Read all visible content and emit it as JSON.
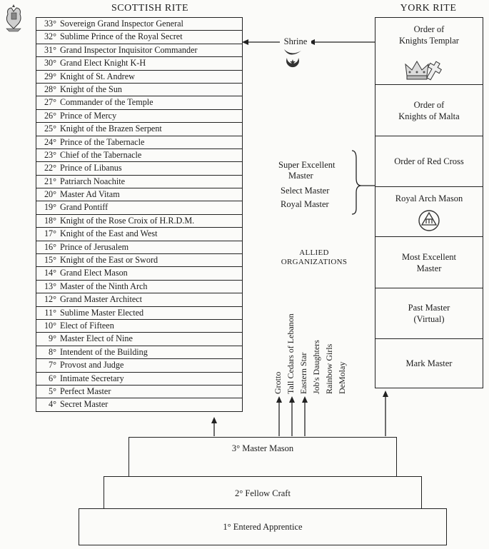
{
  "headers": {
    "scottish": "SCOTTISH RITE",
    "york": "YORK RITE"
  },
  "scottish_degrees": [
    {
      "degree": "33°",
      "name": "Sovereign Grand Inspector General"
    },
    {
      "degree": "32°",
      "name": "Sublime Prince of the Royal Secret"
    },
    {
      "degree": "31°",
      "name": "Grand Inspector Inquisitor Commander"
    },
    {
      "degree": "30°",
      "name": "Grand Elect Knight K-H"
    },
    {
      "degree": "29°",
      "name": "Knight of St. Andrew"
    },
    {
      "degree": "28°",
      "name": "Knight of the Sun"
    },
    {
      "degree": "27°",
      "name": "Commander of the Temple"
    },
    {
      "degree": "26°",
      "name": "Prince of Mercy"
    },
    {
      "degree": "25°",
      "name": "Knight of the Brazen Serpent"
    },
    {
      "degree": "24°",
      "name": "Prince of the Tabernacle"
    },
    {
      "degree": "23°",
      "name": "Chief of the Tabernacle"
    },
    {
      "degree": "22°",
      "name": "Prince of Libanus"
    },
    {
      "degree": "21°",
      "name": "Patriarch Noachite"
    },
    {
      "degree": "20°",
      "name": "Master Ad Vitam"
    },
    {
      "degree": "19°",
      "name": "Grand Pontiff"
    },
    {
      "degree": "18°",
      "name": "Knight of the Rose Croix of H.R.D.M."
    },
    {
      "degree": "17°",
      "name": "Knight of the East and West"
    },
    {
      "degree": "16°",
      "name": "Prince of Jerusalem"
    },
    {
      "degree": "15°",
      "name": "Knight of the East or Sword"
    },
    {
      "degree": "14°",
      "name": "Grand Elect Mason"
    },
    {
      "degree": "13°",
      "name": "Master of the Ninth Arch"
    },
    {
      "degree": "12°",
      "name": "Grand Master Architect"
    },
    {
      "degree": "11°",
      "name": "Sublime Master Elected"
    },
    {
      "degree": "10°",
      "name": "Elect of Fifteen"
    },
    {
      "degree": "9°",
      "name": "Master Elect of Nine"
    },
    {
      "degree": "8°",
      "name": "Intendent of the Building"
    },
    {
      "degree": "7°",
      "name": "Provost and Judge"
    },
    {
      "degree": "6°",
      "name": "Intimate Secretary"
    },
    {
      "degree": "5°",
      "name": "Perfect Master"
    },
    {
      "degree": "4°",
      "name": "Secret Master"
    }
  ],
  "york_rite": [
    {
      "line1": "Order of",
      "line2": "Knights Templar"
    },
    {
      "line1": "Order of",
      "line2": "Knights of Malta"
    },
    {
      "line1": "Order of Red Cross",
      "line2": ""
    },
    {
      "line1": "Royal Arch Mason",
      "line2": ""
    },
    {
      "line1": "Most Excellent",
      "line2": "Master"
    },
    {
      "line1": "Past Master",
      "line2": "(Virtual)"
    },
    {
      "line1": "Mark Master",
      "line2": ""
    }
  ],
  "shrine": "Shrine",
  "cryptic_degrees": [
    "Super Excellent",
    "Master",
    "Select Master",
    "Royal Master"
  ],
  "allied": {
    "title_line1": "ALLIED",
    "title_line2": "ORGANIZATIONS",
    "organizations": [
      "Grotto",
      "Tall Cedars of Lebanon",
      "Eastern Star",
      "Job's Daughters",
      "Rainbow Girls",
      "DeMolay"
    ]
  },
  "blue_lodge": [
    {
      "degree": "3°",
      "name": "Master Mason"
    },
    {
      "degree": "2°",
      "name": "Fellow Craft"
    },
    {
      "degree": "1°",
      "name": "Entered Apprentice"
    }
  ],
  "icons": {
    "scottish_emblem": "double-headed-eagle-icon",
    "shrine_emblem": "scimitar-crescent-icon",
    "templar_emblem": "crown-and-cross-icon",
    "royal_arch_emblem": "triangle-in-circle-icon",
    "master_mason_emblem": "square-and-compasses-icon"
  }
}
